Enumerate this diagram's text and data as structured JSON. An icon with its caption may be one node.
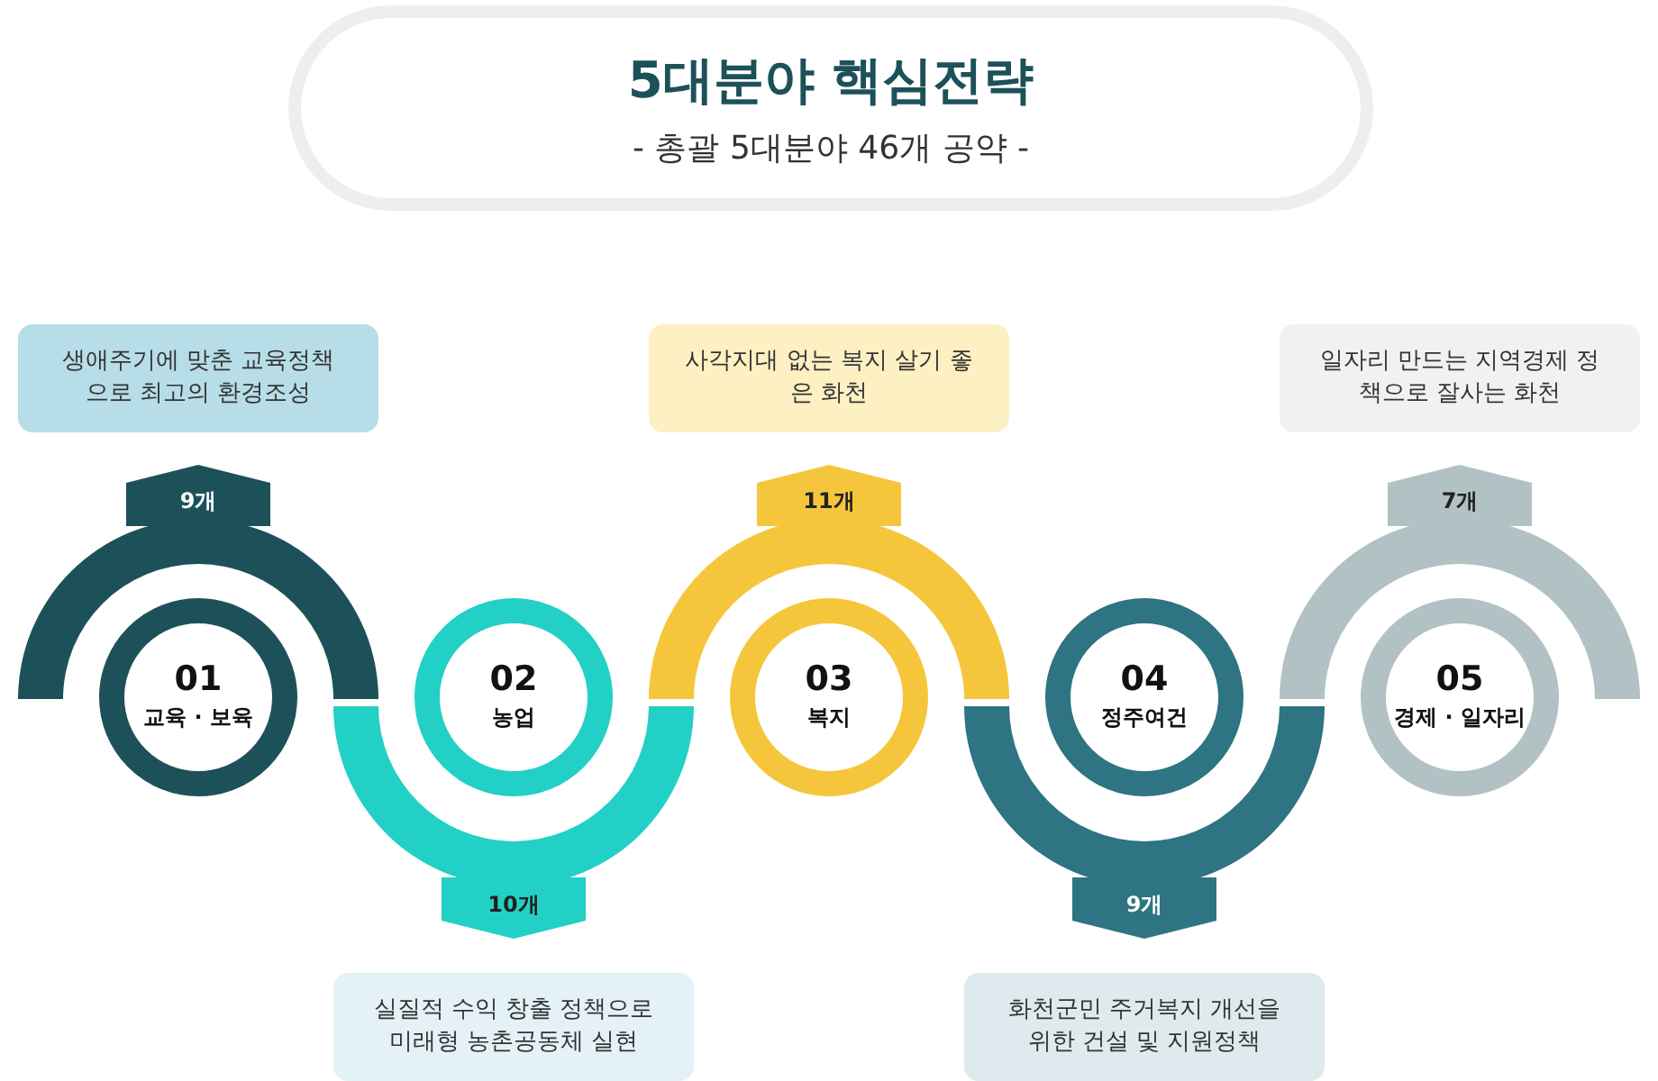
{
  "diagram": {
    "nodes": [
      {
        "text": [
          "5대분야 핵심전략",
          "- 총괄 5대분야 46개 공약 -"
        ]
      },
      {
        "text": [
          "생애주기에 맞춘 교육정책으로 최고의 환경조성"
        ]
      },
      {
        "text": [
          "사각지대 없는 복지 살기 좋은 화천"
        ]
      },
      {
        "text": [
          "일자리 만드는 지역경제 정책으로 잘사는 화천"
        ]
      },
      {
        "text": [
          "9개"
        ]
      },
      {
        "text": [
          "11개"
        ]
      },
      {
        "text": [
          "7개"
        ]
      },
      {
        "text": [
          "01",
          "교육 · 보육"
        ]
      },
      {
        "text": [
          "02",
          "농업"
        ]
      },
      {
        "text": [
          "03",
          "복지"
        ]
      },
      {
        "text": [
          "04",
          "정주여건"
        ]
      },
      {
        "text": [
          "05",
          "경제 · 일자리"
        ]
      },
      {
        "text": [
          "10개"
        ]
      },
      {
        "text": [
          "9개"
        ]
      },
      {
        "text": [
          "실질적 수익 창출 정책으로 미래형 농촌공동체 실현"
        ]
      },
      {
        "text": [
          "화천군민 주거복지 개선을 위한 건설 및 지원정책"
        ]
      }
    ]
  }
}
